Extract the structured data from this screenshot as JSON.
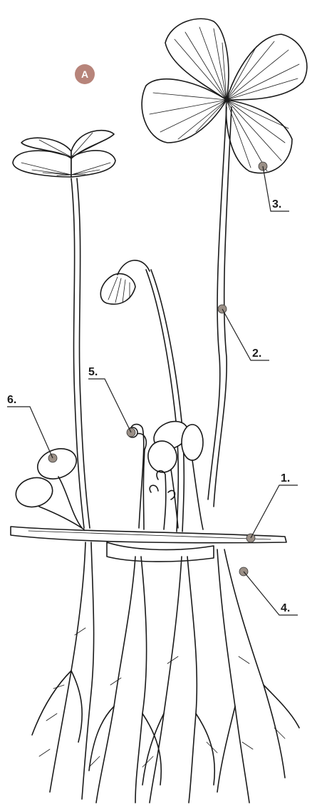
{
  "figure": {
    "panel_letter": "A",
    "badge_color": "#b7847a",
    "callouts": [
      {
        "id": "1",
        "text": "1."
      },
      {
        "id": "2",
        "text": "2."
      },
      {
        "id": "3",
        "text": "3."
      },
      {
        "id": "4",
        "text": "4."
      },
      {
        "id": "5",
        "text": "5."
      },
      {
        "id": "6",
        "text": "6."
      }
    ]
  }
}
